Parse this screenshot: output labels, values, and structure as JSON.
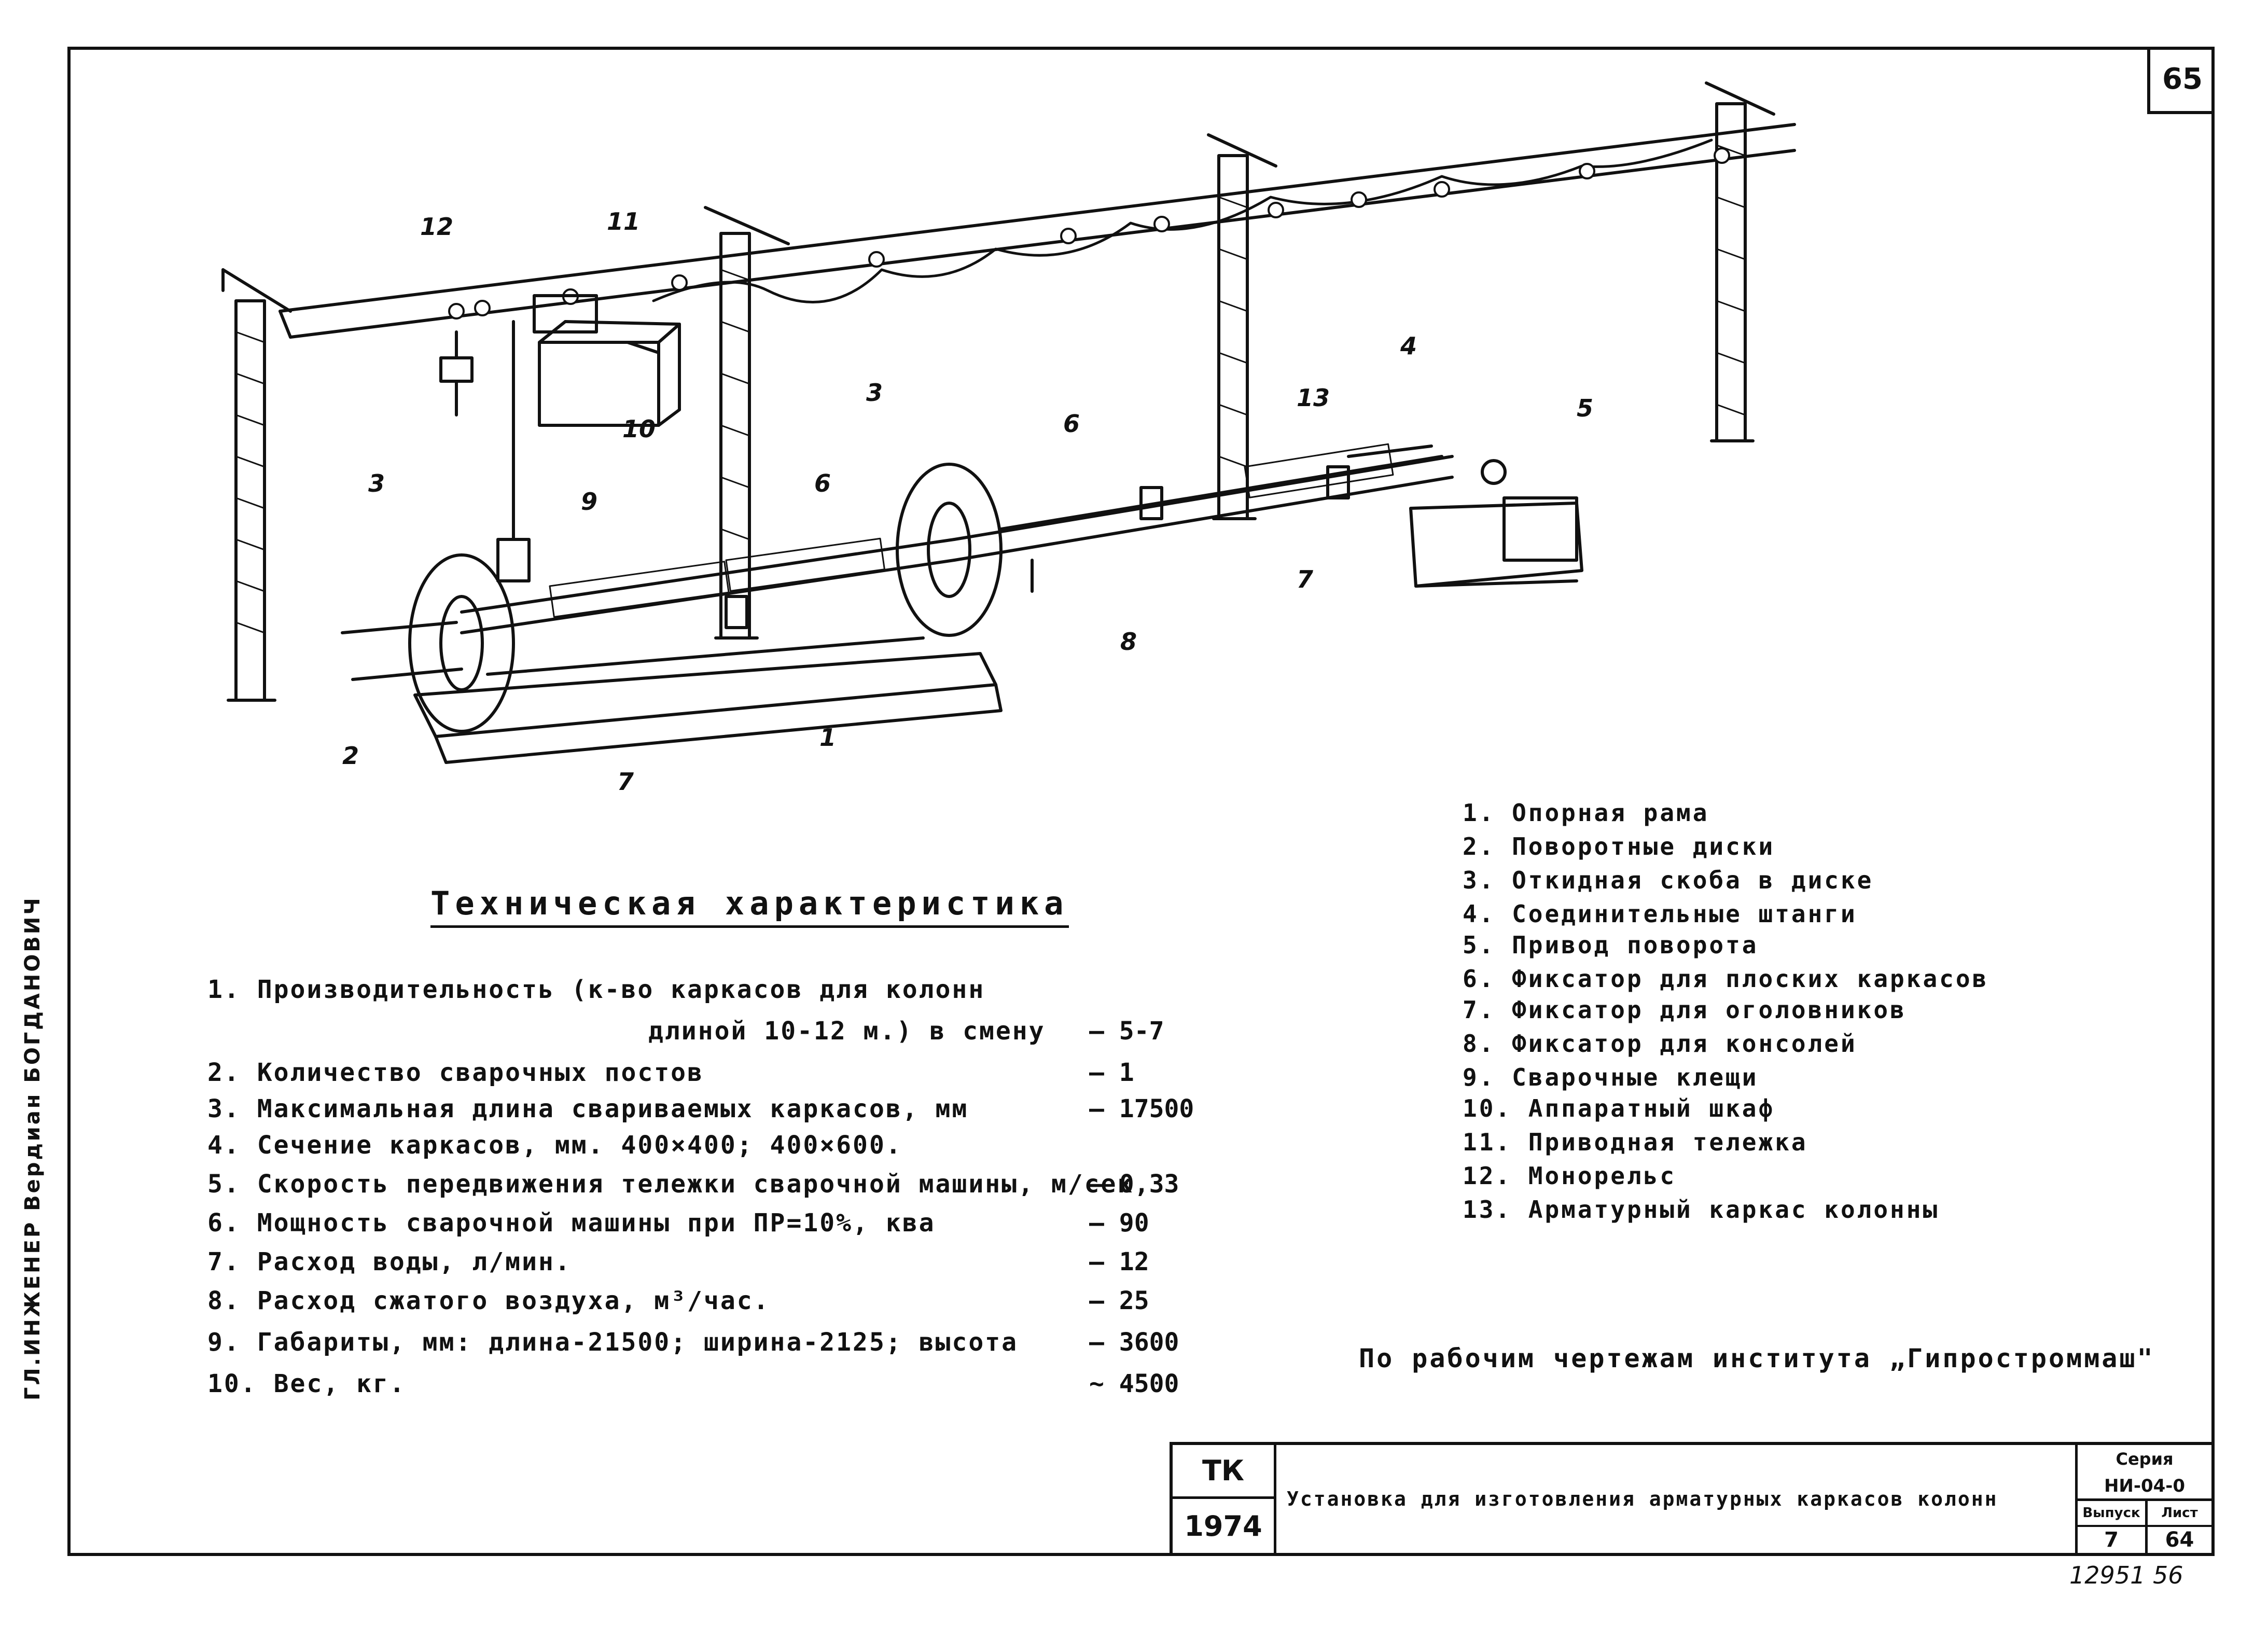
{
  "page_number": "65",
  "side_stamp": "ГЛ.ИНЖЕНЕР  Вердиан  БОГДАНОВИЧ",
  "callouts": [
    "1",
    "2",
    "3",
    "3",
    "4",
    "5",
    "6",
    "6",
    "7",
    "7",
    "8",
    "9",
    "10",
    "11",
    "12",
    "13"
  ],
  "spec": {
    "title": "Техническая характеристика",
    "rows": [
      {
        "label": "1. Производительность (к-во каркасов для колонн",
        "cont": "длиной 10-12 м.) в смену",
        "value": "– 5-7"
      },
      {
        "label": "2. Количество сварочных постов",
        "value": "– 1"
      },
      {
        "label": "3. Максимальная длина свариваемых каркасов, мм",
        "value": "– 17500"
      },
      {
        "label": "4. Сечение каркасов, мм.          400×400;  400×600.",
        "value": ""
      },
      {
        "label": "5. Скорость передвижения тележки сварочной машины, м/сек",
        "value": "– 0,33"
      },
      {
        "label": "6. Мощность сварочной машины при ПР=10%, ква",
        "value": "– 90"
      },
      {
        "label": "7. Расход воды, л/мин.",
        "value": "– 12"
      },
      {
        "label": "8. Расход сжатого воздуха, м³/час.",
        "value": "– 25"
      },
      {
        "label": "9. Габариты, мм:  длина-21500; ширина-2125; высота",
        "value": "– 3600"
      },
      {
        "label": "10. Вес, кг.",
        "value": "~ 4500"
      }
    ]
  },
  "legend": [
    "1. Опорная рама",
    "2. Поворотные диски",
    "3. Откидная скоба в диске",
    "4. Соединительные штанги",
    "5. Привод поворота",
    "6. Фиксатор для плоских каркасов",
    "7. Фиксатор для оголовников",
    "8. Фиксатор для консолей",
    "9. Сварочные клещи",
    "10. Аппаратный шкаф",
    "11. Приводная тележка",
    "12. Монорельс",
    "13. Арматурный каркас колонны"
  ],
  "note": "По рабочим чертежам института „Гипростроммаш\"",
  "title_block": {
    "tk": "ТК",
    "year": "1974",
    "title": "Установка для изготовления арматурных каркасов колонн",
    "series_label": "Серия",
    "series_value": "НИ-04-0",
    "issue_label": "Выпуск",
    "issue_value": "7",
    "sheet_label": "Лист",
    "sheet_value": "64"
  },
  "hand_note": "12951  56"
}
